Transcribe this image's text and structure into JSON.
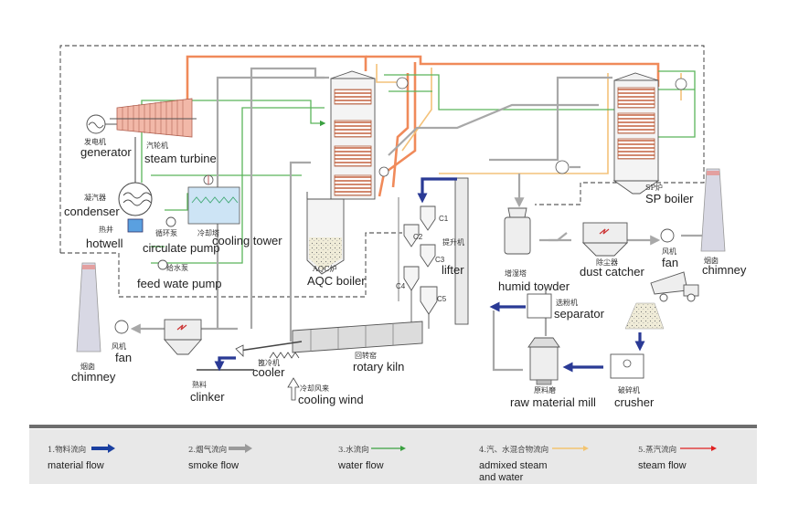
{
  "labels": {
    "generator_zh": "发电机",
    "generator_en": "generator",
    "turbine_zh": "汽轮机",
    "turbine_en": "steam turbine",
    "condenser_zh": "凝汽器",
    "condenser_en": "condenser",
    "hotwell_zh": "热井",
    "hotwell_en": "hotwell",
    "circ_pump_zh": "循环泵",
    "circ_pump_en": "circulate pump",
    "cooling_tower_zh": "冷却塔",
    "cooling_tower_en": "cooling tower",
    "feed_pump_zh": "给水泵",
    "feed_pump_en": "feed wate pump",
    "aqc_zh": "AQC炉",
    "aqc_en": "AQC boiler",
    "sp_zh": "SP炉",
    "sp_en": "SP boiler",
    "lifter_zh": "提升机",
    "lifter_en": "lifter",
    "c1": "C1",
    "c2": "C2",
    "c3": "C3",
    "c4": "C4",
    "c5": "C5",
    "humid_zh": "增湿塔",
    "humid_en": "humid towder",
    "dust_zh": "除尘器",
    "dust_en": "dust catcher",
    "fan_right_zh": "风机",
    "fan_right_en": "fan",
    "chimney_right_zh": "烟囱",
    "chimney_right_en": "chimney",
    "separator_zh": "选粉机",
    "separator_en": "separator",
    "rawmill_zh": "原料磨",
    "rawmill_en": "raw material mill",
    "crusher_zh": "破碎机",
    "crusher_en": "crusher",
    "kiln_zh": "回转窑",
    "kiln_en": "rotary kiln",
    "cooler_zh": "篦冷机",
    "cooler_en": "cooler",
    "clinker_zh": "熟料",
    "clinker_en": "clinker",
    "cooling_wind_zh": "冷却风来",
    "cooling_wind_en": "cooling wind",
    "fan_left_zh": "风机",
    "fan_left_en": "fan",
    "chimney_left_zh": "烟囱",
    "chimney_left_en": "chimney"
  },
  "legend": [
    {
      "zh": "1.物料流向",
      "en": "material flow",
      "en2": "",
      "color": "#1a3fa0"
    },
    {
      "zh": "2.烟气流向",
      "en": "smoke flow",
      "en2": "",
      "color": "#9a9a9a"
    },
    {
      "zh": "3.水流向",
      "en": "water flow",
      "en2": "",
      "color": "#3aa040"
    },
    {
      "zh": "4.汽、水混合物流向",
      "en": "admixed steam",
      "en2": "and water",
      "color": "#f3c470"
    },
    {
      "zh": "5.蒸汽流向",
      "en": "steam flow",
      "en2": "",
      "color": "#e02020"
    }
  ],
  "colors": {
    "material": "#2a3a95",
    "smoke": "#a8a8a8",
    "water": "#5ab55a",
    "admixed": "#f4c27a",
    "steam": "#f08a5a",
    "coil": "#c76a4a",
    "turbine": "#e8a090"
  }
}
